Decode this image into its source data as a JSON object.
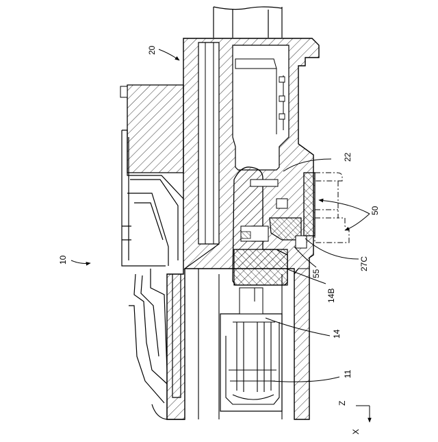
{
  "figure": {
    "labels": {
      "ref_10": "10",
      "ref_20": "20",
      "ref_22": "22",
      "ref_50": "50",
      "ref_27c": "27C",
      "ref_55": "55",
      "ref_14b": "14B",
      "ref_14": "14",
      "ref_11": "11"
    },
    "axes": {
      "z": "Z",
      "x": "X"
    }
  }
}
